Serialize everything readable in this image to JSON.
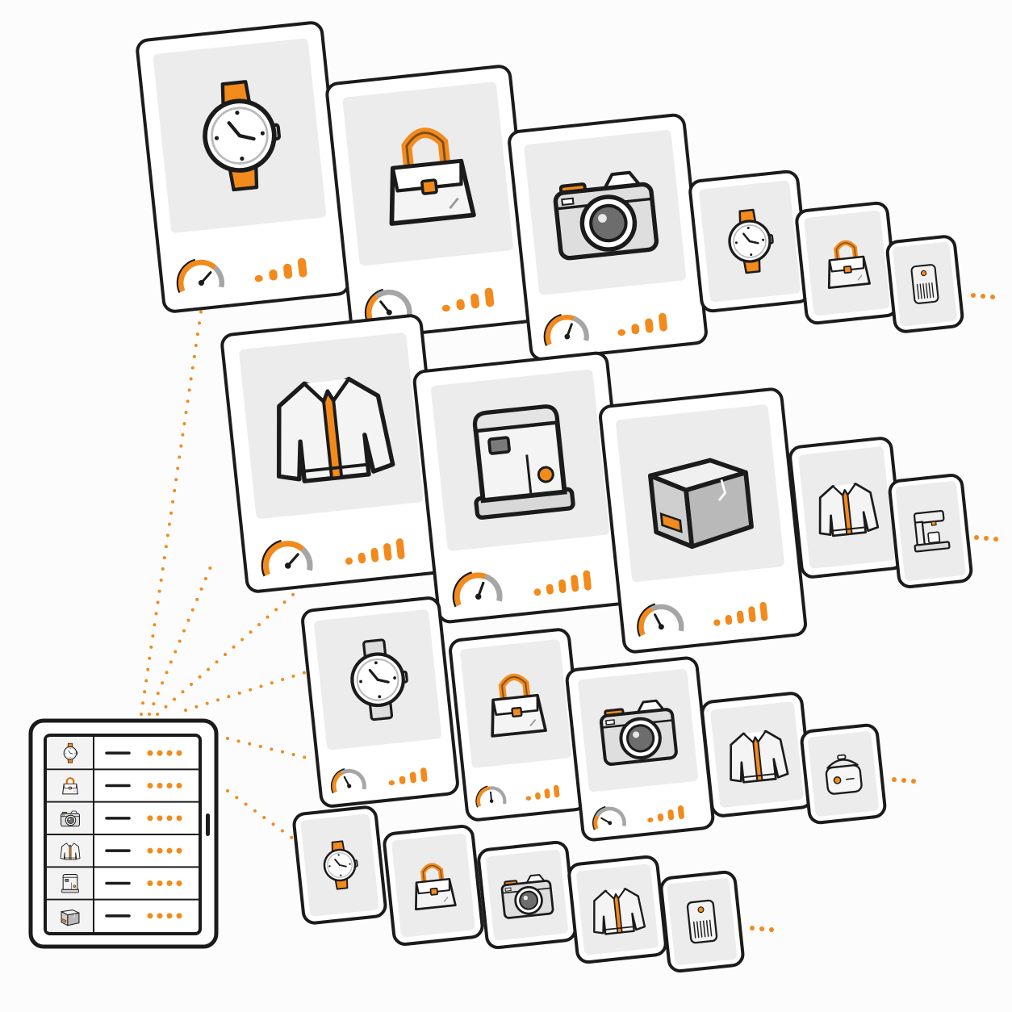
{
  "colors": {
    "accent": "#f28a1c",
    "ink": "#1b1b1b",
    "gray": "#a6a6a6",
    "panel": "#ececec",
    "card": "#ffffff",
    "blue": "#2d4a7a"
  },
  "rows": [
    {
      "name": "row-1",
      "cards": [
        {
          "icon": "watch",
          "size": "large",
          "gauge": 0.72,
          "signal": 4
        },
        {
          "icon": "handbag",
          "size": "large",
          "gauge": 0.35,
          "signal": 4
        },
        {
          "icon": "camera",
          "size": "large",
          "gauge": 0.62,
          "signal": 4
        },
        {
          "icon": "watch",
          "size": "small"
        },
        {
          "icon": "handbag",
          "size": "small"
        },
        {
          "icon": "speaker",
          "size": "small"
        }
      ]
    },
    {
      "name": "row-2",
      "cards": [
        {
          "icon": "jacket",
          "size": "large",
          "gauge": 0.72,
          "signal": 5
        },
        {
          "icon": "appliance",
          "size": "large",
          "gauge": 0.62,
          "signal": 5
        },
        {
          "icon": "box",
          "size": "large",
          "gauge": 0.4,
          "signal": 5
        },
        {
          "icon": "jacket",
          "size": "small"
        },
        {
          "icon": "coffee-maker",
          "size": "small"
        }
      ]
    },
    {
      "name": "row-3",
      "cards": [
        {
          "icon": "watch",
          "size": "large",
          "gauge": 0.4,
          "signal": 4
        },
        {
          "icon": "handbag",
          "size": "large",
          "gauge": 0.5,
          "signal": 4
        },
        {
          "icon": "camera",
          "size": "large",
          "gauge": 0.25,
          "signal": 4
        },
        {
          "icon": "jacket",
          "size": "small"
        },
        {
          "icon": "rice-cooker",
          "size": "small"
        }
      ]
    },
    {
      "name": "row-4",
      "cards": [
        {
          "icon": "watch",
          "size": "small"
        },
        {
          "icon": "handbag",
          "size": "small"
        },
        {
          "icon": "camera",
          "size": "small"
        },
        {
          "icon": "jacket",
          "size": "small"
        },
        {
          "icon": "speaker",
          "size": "small"
        }
      ]
    }
  ],
  "tablet": {
    "items": [
      {
        "icon": "watch",
        "dots": 4
      },
      {
        "icon": "handbag",
        "dots": 4
      },
      {
        "icon": "camera",
        "dots": 4
      },
      {
        "icon": "jacket",
        "dots": 4
      },
      {
        "icon": "appliance",
        "dots": 4
      },
      {
        "icon": "box",
        "dots": 4
      }
    ]
  }
}
